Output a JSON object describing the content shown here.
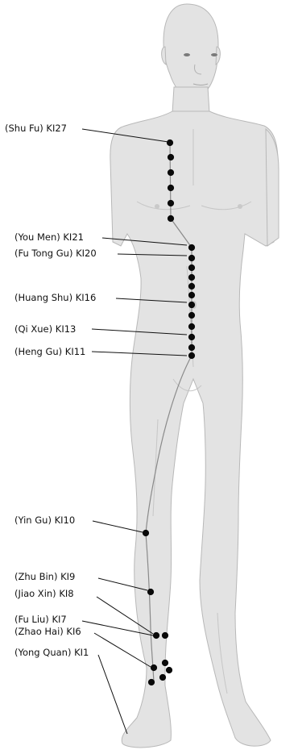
{
  "colors": {
    "skin": "#e3e3e3",
    "skin_shadow": "#cfcfcf",
    "outline": "#b8b8b8",
    "meridian_line": "#8a8a8a",
    "point": "#0a0a0a",
    "label": "#111111"
  },
  "points": [
    {
      "id": "KI27",
      "label": "(Shu Fu) KI27"
    },
    {
      "id": "KI21",
      "label": "(You Men) KI21"
    },
    {
      "id": "KI20",
      "label": "(Fu Tong Gu) KI20"
    },
    {
      "id": "KI16",
      "label": "(Huang Shu) KI16"
    },
    {
      "id": "KI13",
      "label": "(Qi Xue) KI13"
    },
    {
      "id": "KI11",
      "label": "(Heng Gu) KI11"
    },
    {
      "id": "KI10",
      "label": "(Yin Gu) KI10"
    },
    {
      "id": "KI9",
      "label": "(Zhu Bin) KI9"
    },
    {
      "id": "KI8",
      "label": "(Jiao Xin) KI8"
    },
    {
      "id": "KI7",
      "label": "(Fu Liu) KI7"
    },
    {
      "id": "KI6",
      "label": "(Zhao Hai) KI6"
    },
    {
      "id": "KI1",
      "label": "(Yong Quan) KI1"
    }
  ]
}
